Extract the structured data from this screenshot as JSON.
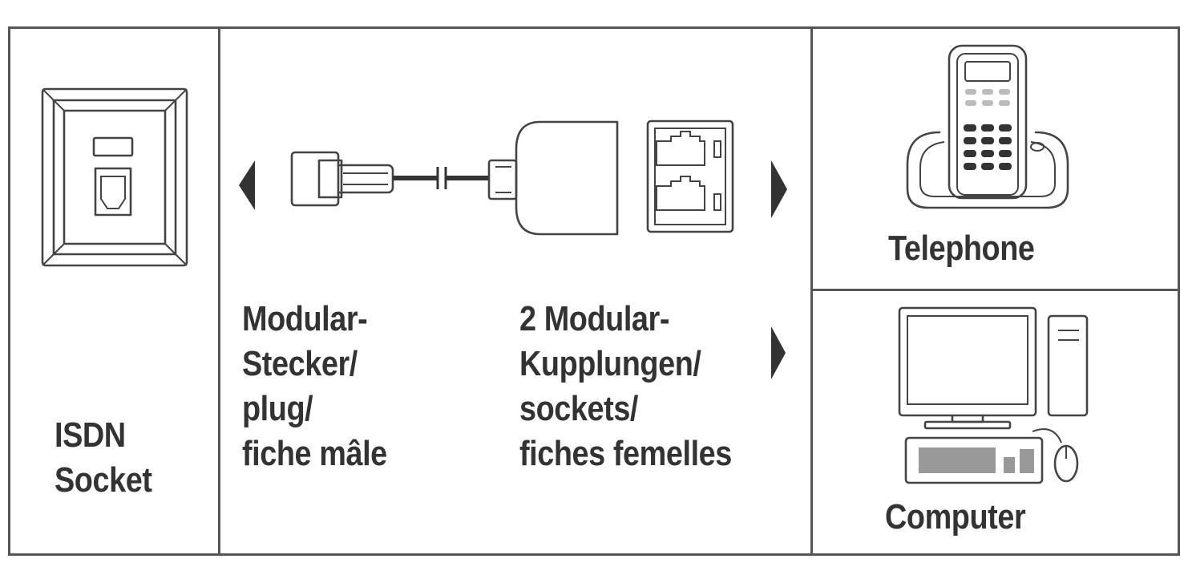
{
  "isdn": {
    "line1": "ISDN",
    "line2": "Socket"
  },
  "plug": {
    "line1": "Modular-",
    "line2": "Stecker/",
    "line3": "plug/",
    "line4": "fiche mâle"
  },
  "sockets": {
    "line1": "2 Modular-",
    "line2": "Kupplungen/",
    "line3": "sockets/",
    "line4": "fiches femelles"
  },
  "telephone": {
    "label": "Telephone"
  },
  "computer": {
    "label": "Computer"
  },
  "colors": {
    "line": "#555555",
    "ink": "#333333",
    "background": "#ffffff"
  }
}
